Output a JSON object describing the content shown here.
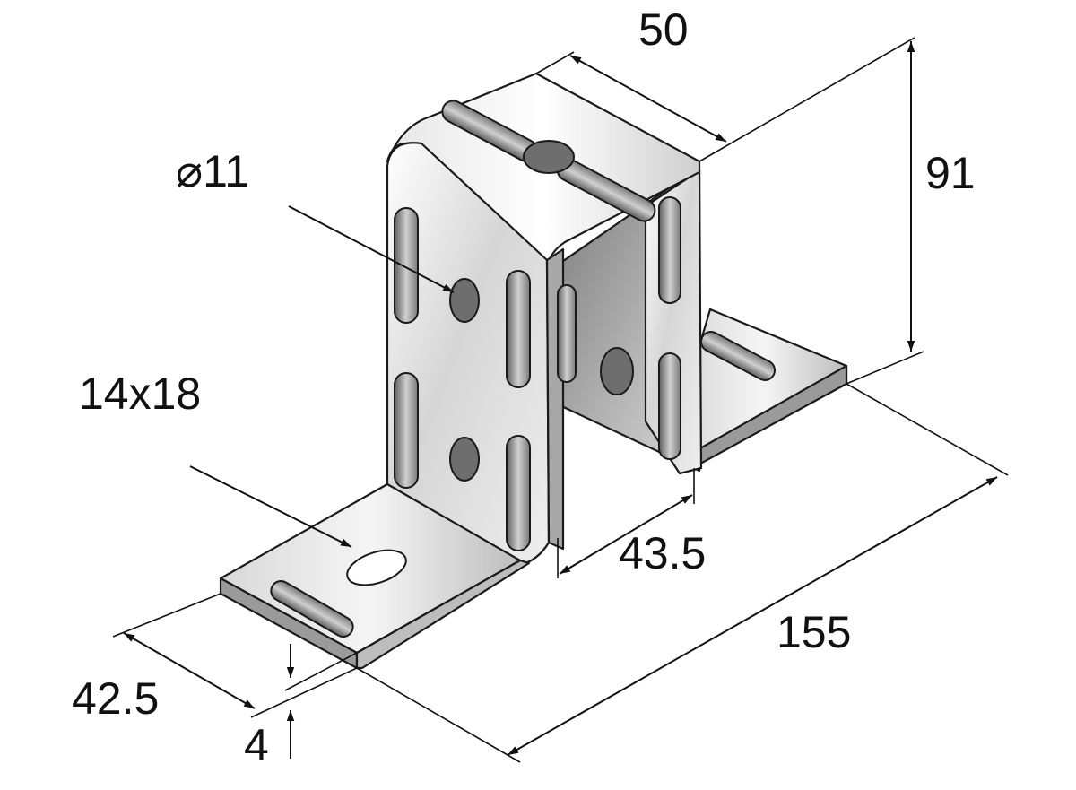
{
  "dimensions": {
    "width_top": "50",
    "height": "91",
    "hole_diameter": "⌀11",
    "slot_size": "14x18",
    "inner_width": "43.5",
    "length": "155",
    "flange_width": "42.5",
    "thickness": "4"
  },
  "colors": {
    "metal_light": "#f2f2f2",
    "metal_mid": "#c9c9c9",
    "metal_dark": "#8a8a8a",
    "line": "#111111"
  }
}
